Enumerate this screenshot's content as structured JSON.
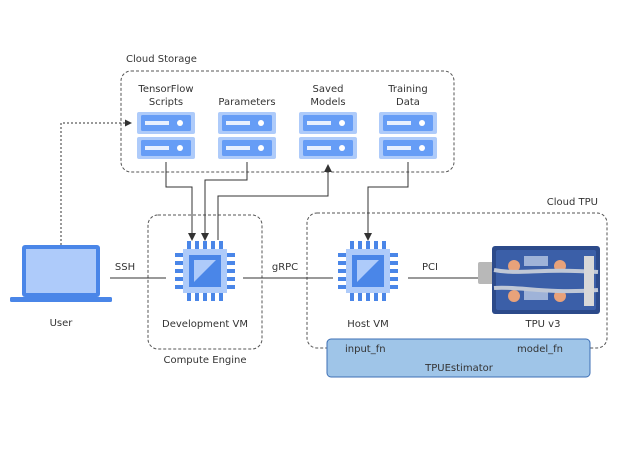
{
  "cloud_storage": {
    "title": "Cloud Storage",
    "items": [
      {
        "line1": "TensorFlow",
        "line2": "Scripts"
      },
      {
        "line1": "",
        "line2": "Parameters"
      },
      {
        "line1": "Saved",
        "line2": "Models"
      },
      {
        "line1": "Training",
        "line2": "Data"
      }
    ]
  },
  "user": {
    "label": "User"
  },
  "compute_engine": {
    "title": "Compute Engine",
    "dev_vm_label": "Development VM"
  },
  "cloud_tpu": {
    "title": "Cloud TPU",
    "host_vm_label": "Host VM",
    "tpu_label": "TPU v3"
  },
  "links": {
    "ssh": "SSH",
    "grpc": "gRPC",
    "pci": "PCI"
  },
  "tpu_estimator": {
    "label": "TPUEstimator",
    "input_fn": "input_fn",
    "model_fn": "model_fn"
  },
  "colors": {
    "chip_blue": "#4a86e8",
    "chip_light": "#aecbfa",
    "server_blue": "#669df6",
    "server_light": "#aecbfa",
    "estimator_fill": "#9fc5e8",
    "estimator_stroke": "#3d6fb5",
    "laptop_screen": "#aecbfa",
    "line": "#555555"
  }
}
